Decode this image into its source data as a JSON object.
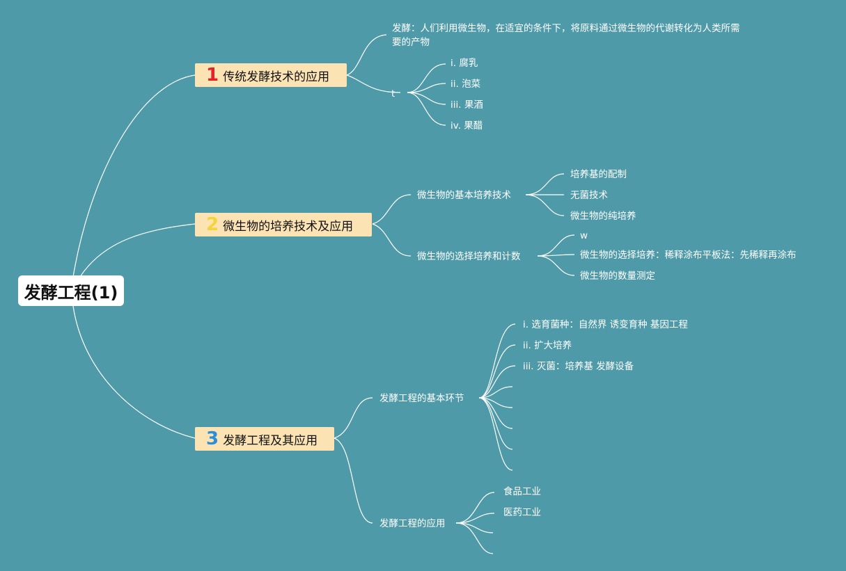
{
  "root": {
    "title": "发酵工程(1)"
  },
  "branches": [
    {
      "number": "1",
      "number_color": "#e8202a",
      "label": "传统发酵技术的应用",
      "definition": "发酵：人们利用微生物，在适宜的条件下，将原料通过微生物的代谢转化为人类所需要的产物",
      "group_label": "t",
      "items": [
        "i. 腐乳",
        "ii. 泡菜",
        "iii. 果酒",
        "iv. 果醋"
      ]
    },
    {
      "number": "2",
      "number_color": "#f5d33a",
      "label": "微生物的培养技术及应用",
      "subgroups": [
        {
          "label": "微生物的基本培养技术",
          "items": [
            "培养基的配制",
            "无菌技术",
            "微生物的纯培养"
          ]
        },
        {
          "label": "微生物的选择培养和计数",
          "items": [
            "w",
            "微生物的选择培养：稀释涂布平板法：先稀释再涂布",
            "微生物的数量测定"
          ]
        }
      ]
    },
    {
      "number": "3",
      "number_color": "#2a8fd8",
      "label": "发酵工程及其应用",
      "subgroups": [
        {
          "label": "发酵工程的基本环节",
          "items": [
            "i. 选育菌种：自然界 诱变育种 基因工程",
            "ii. 扩大培养",
            "iii. 灭菌：培养基 发酵设备"
          ]
        },
        {
          "label": "发酵工程的应用",
          "items": [
            "食品工业",
            "医药工业"
          ]
        }
      ]
    }
  ]
}
